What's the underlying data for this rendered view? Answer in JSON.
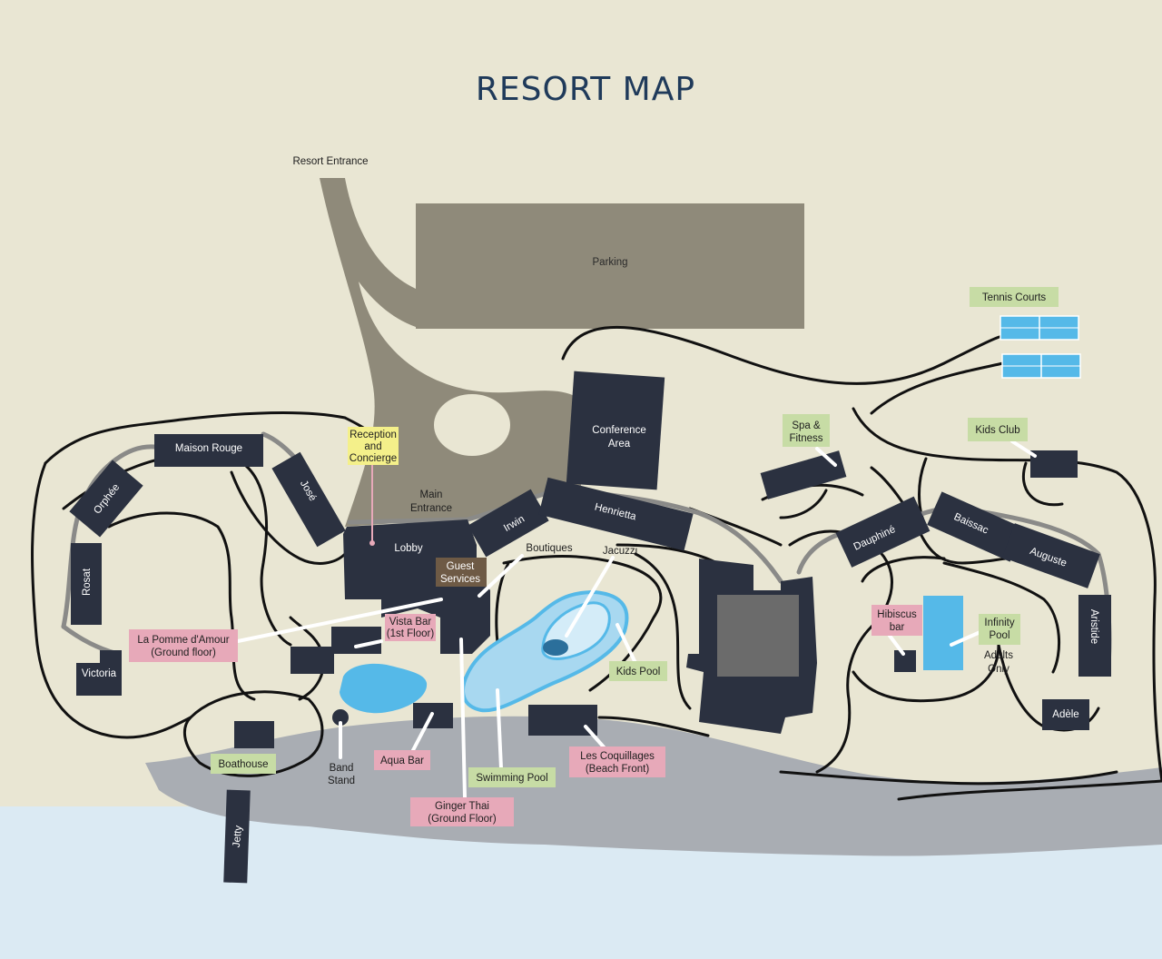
{
  "title": "RESORT MAP",
  "colors": {
    "background": "#e9e6d3",
    "sea": "#dbeaf3",
    "beach": "#a9adb3",
    "drive": "#8f8a7a",
    "building": "#2b3140",
    "water": "#55b9e8",
    "label_green": "#c7dca5",
    "label_pink": "#e7a9b9",
    "label_yellow": "#f4f08a",
    "label_brown": "#6e5a45"
  },
  "areas": {
    "resort_entrance": "Resort Entrance",
    "parking": "Parking",
    "main_entrance_1": "Main",
    "main_entrance_2": "Entrance",
    "lobby": "Lobby",
    "conference_1": "Conference",
    "conference_2": "Area",
    "boutiques": "Boutiques",
    "jacuzzi": "Jacuzzi",
    "band_stand_1": "Band",
    "band_stand_2": "Stand",
    "adults_only_1": "Adults",
    "adults_only_2": "Only"
  },
  "villas": {
    "maison_rouge": "Maison Rouge",
    "orphee": "Orphée",
    "jose": "José",
    "rosat": "Rosat",
    "victoria": "Victoria",
    "irwin": "Irwin",
    "henrietta": "Henrietta",
    "dauphine": "Dauphiné",
    "baissac": "Baissac",
    "auguste": "Auguste",
    "aristide": "Aristide",
    "adele": "Adèle",
    "jetty": "Jetty"
  },
  "tags": {
    "reception_1": "Reception",
    "reception_2": "and",
    "reception_3": "Concierge",
    "guest_services_1": "Guest",
    "guest_services_2": "Services",
    "vista_bar_1": "Vista Bar",
    "vista_bar_2": "(1st Floor)",
    "la_pomme_1": "La Pomme d'Amour",
    "la_pomme_2": "(Ground floor)",
    "tennis_courts": "Tennis Courts",
    "spa_1": "Spa &",
    "spa_2": "Fitness",
    "kids_club": "Kids Club",
    "hibiscus_1": "Hibiscus",
    "hibiscus_2": "bar",
    "infinity_1": "Infinity",
    "infinity_2": "Pool",
    "kids_pool": "Kids Pool",
    "boathouse": "Boathouse",
    "aqua_bar": "Aqua Bar",
    "swimming_pool": "Swimming Pool",
    "coquillages_1": "Les Coquillages",
    "coquillages_2": "(Beach Front)",
    "ginger_1": "Ginger Thai",
    "ginger_2": "(Ground Floor)"
  }
}
